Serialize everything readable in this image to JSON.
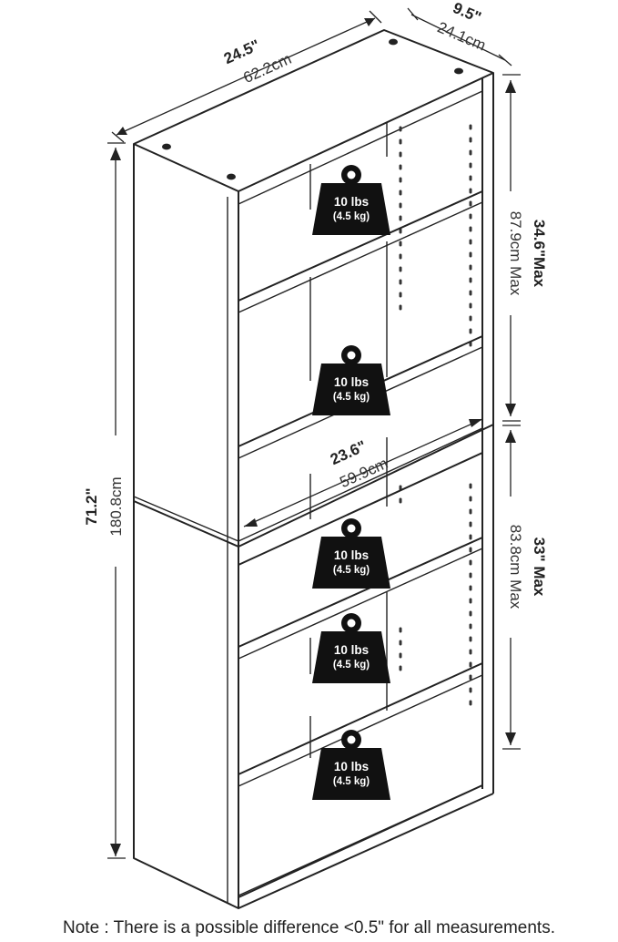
{
  "dimensions": {
    "width_in": "24.5\"",
    "width_cm": "62.2cm",
    "depth_in": "9.5\"",
    "depth_cm": "24.1cm",
    "height_in": "71.2\"",
    "height_cm": "180.8cm",
    "inner_width_in": "23.6\"",
    "inner_width_cm": "59.9cm",
    "upper_height_in": "34.6\"Max",
    "upper_height_cm": "87.9cm Max",
    "lower_height_in": "33\" Max",
    "lower_height_cm": "83.8cm Max"
  },
  "weights": [
    {
      "main": "10 lbs",
      "sub": "(4.5 kg)"
    },
    {
      "main": "10 lbs",
      "sub": "(4.5 kg)"
    },
    {
      "main": "10 lbs",
      "sub": "(4.5 kg)"
    },
    {
      "main": "10 lbs",
      "sub": "(4.5 kg)"
    },
    {
      "main": "10 lbs",
      "sub": "(4.5 kg)"
    }
  ],
  "note": "Note : There is a possible difference <0.5\" for all measurements."
}
